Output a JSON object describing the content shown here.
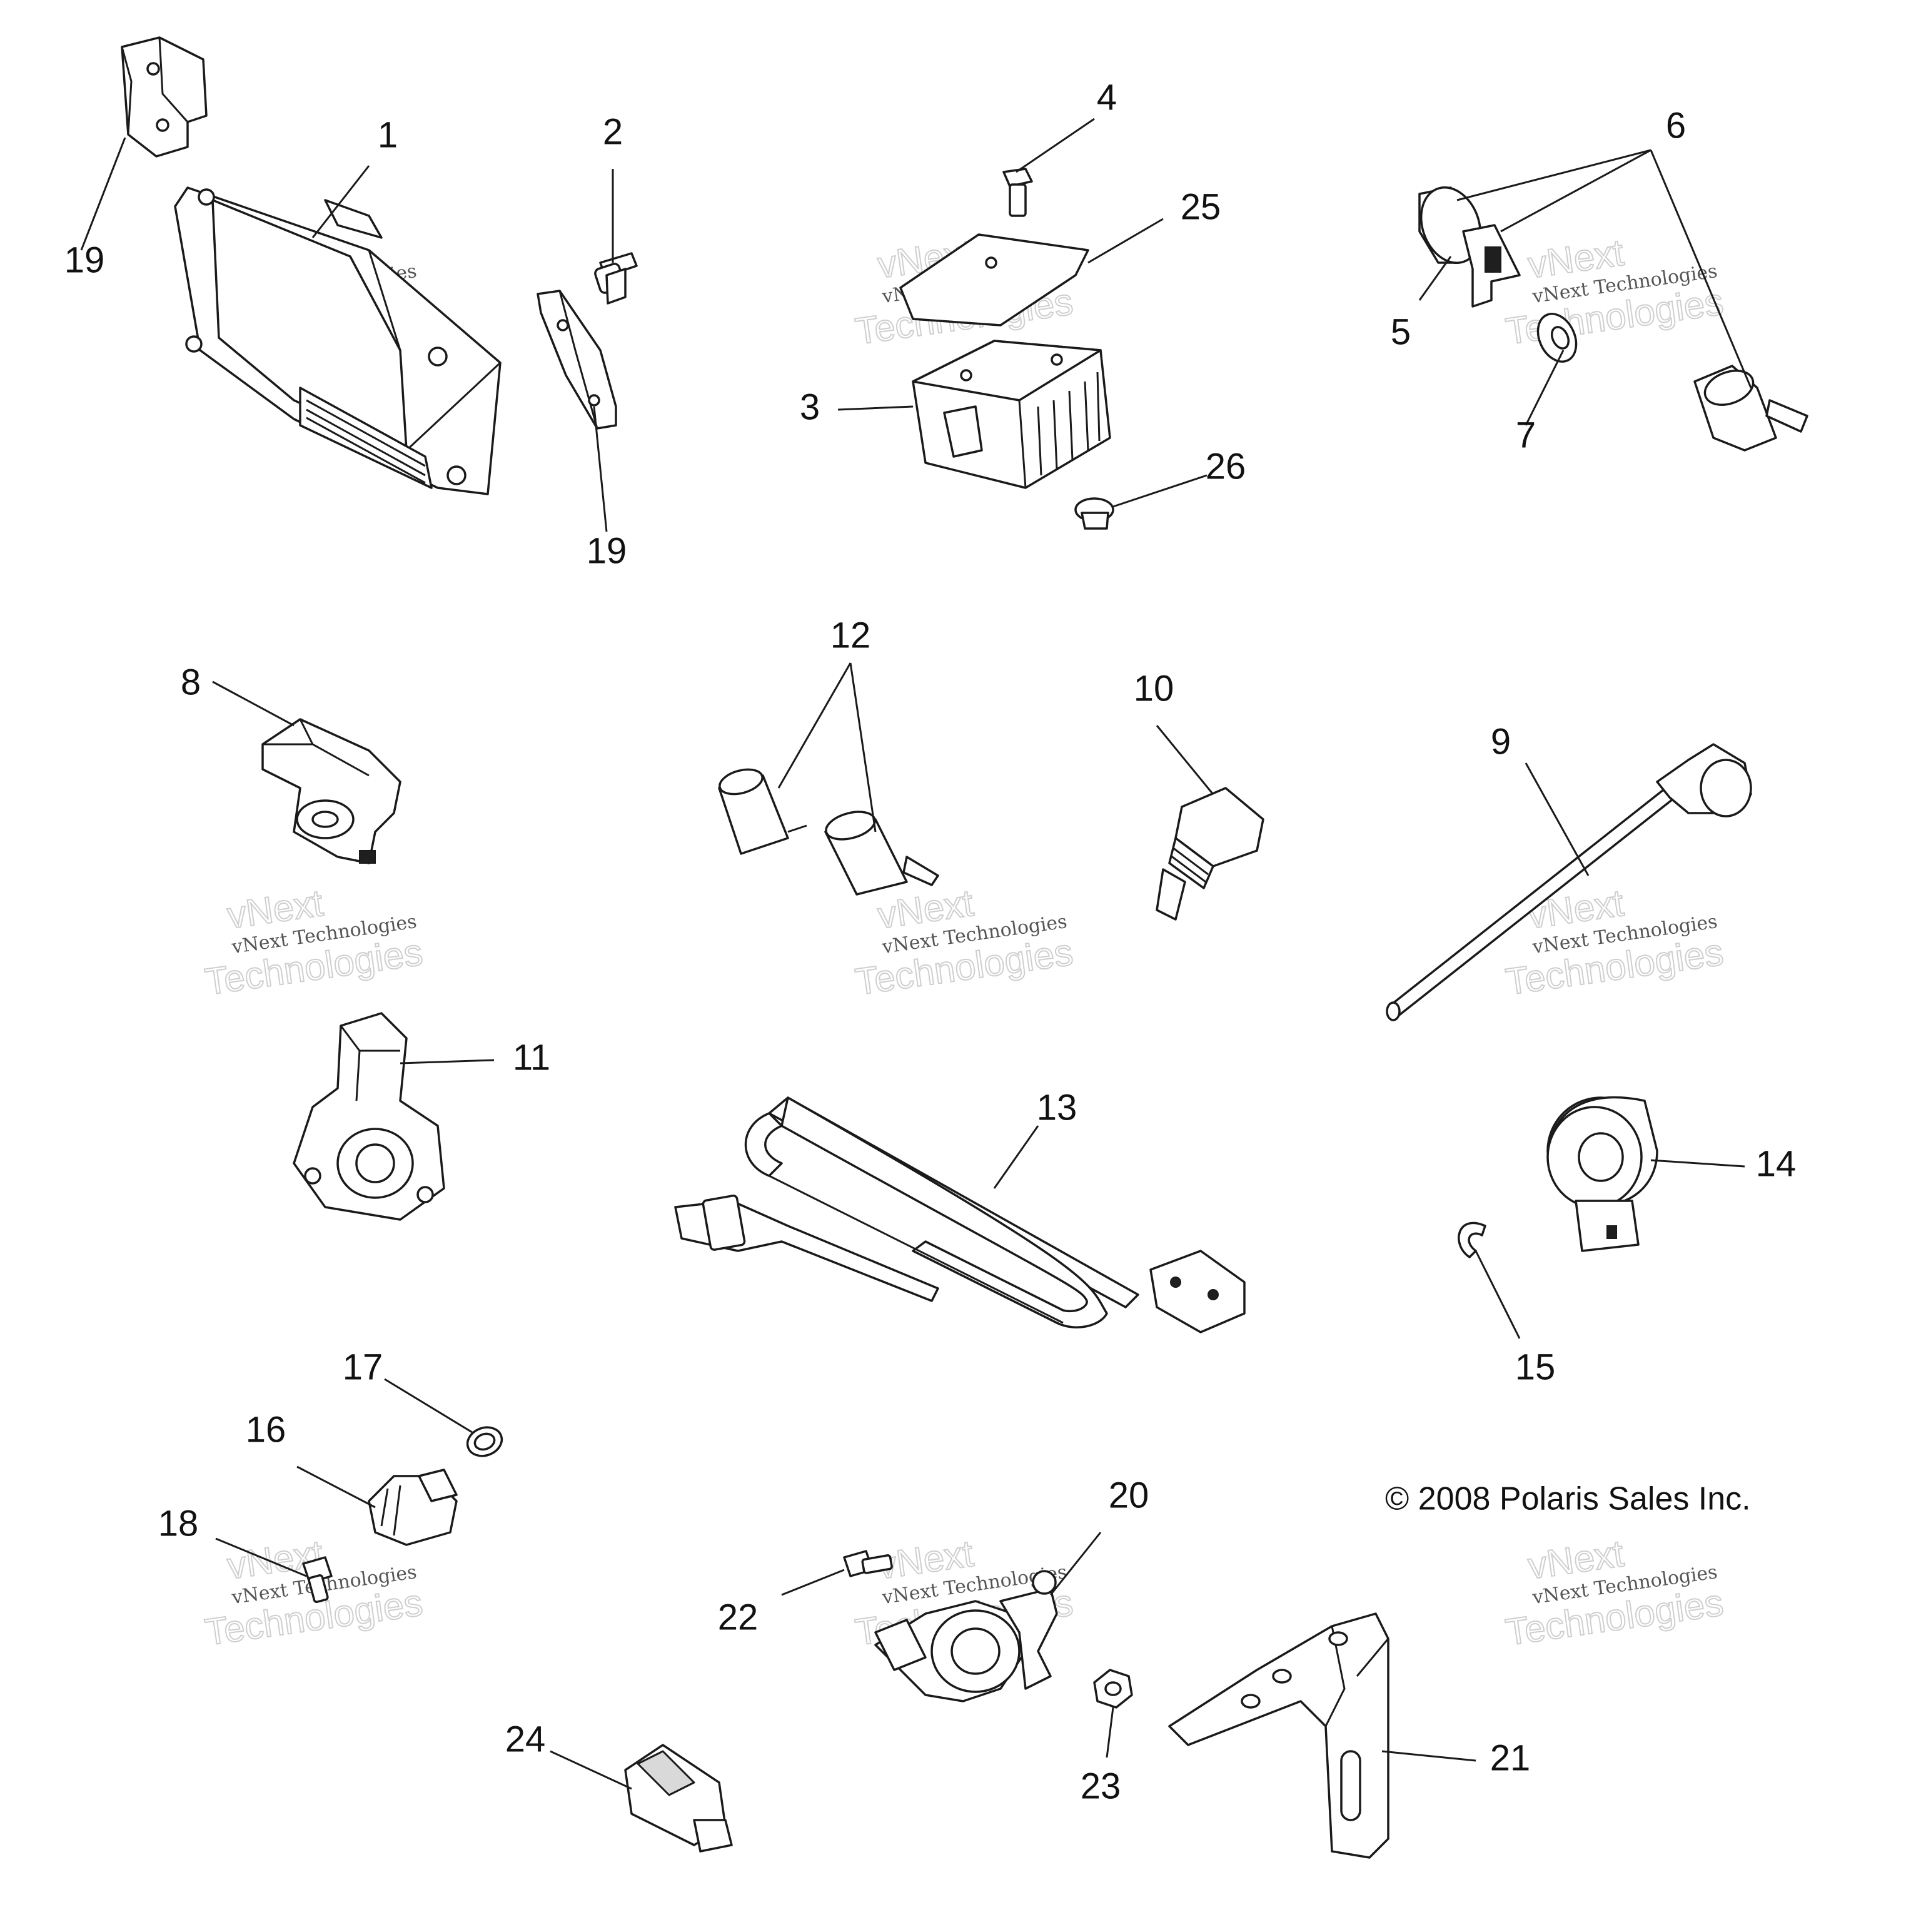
{
  "diagram": {
    "copyright": "© 2008 Polaris Sales Inc.",
    "watermark": {
      "line1": "vNext",
      "line2": "vNext Technologies",
      "line3": "Technologies"
    },
    "callouts": [
      "1",
      "2",
      "3",
      "4",
      "5",
      "6",
      "7",
      "8",
      "9",
      "10",
      "11",
      "12",
      "13",
      "14",
      "15",
      "16",
      "17",
      "18",
      "19",
      "19",
      "20",
      "21",
      "22",
      "23",
      "24",
      "25",
      "26"
    ]
  }
}
